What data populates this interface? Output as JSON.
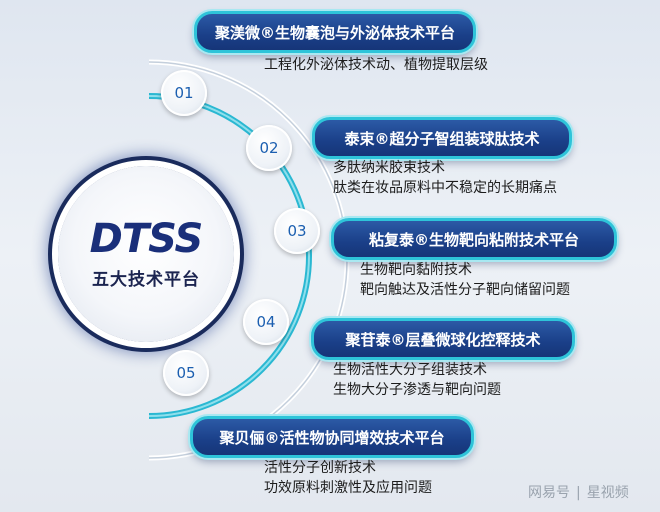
{
  "center": {
    "logo_text": "DTSS",
    "subtitle": "五大技术平台"
  },
  "platforms": [
    {
      "number": "01",
      "title": "聚渼微®生物囊泡与外泌体技术平台",
      "lines": [
        "工程化外泌体技术动、植物提取层级"
      ]
    },
    {
      "number": "02",
      "title": "泰束®超分子智组装球肽技术",
      "lines": [
        "多肽纳米胶束技术",
        "肽类在妆品原料中不稳定的长期痛点"
      ]
    },
    {
      "number": "03",
      "title": "粘复泰®生物靶向粘附技术平台",
      "lines": [
        "生物靶向黏附技术",
        "靶向触达及活性分子靶向储留问题"
      ]
    },
    {
      "number": "04",
      "title": "聚苷泰®层叠微球化控释技术",
      "lines": [
        "生物活性大分子组装技术",
        "生物大分子渗透与靶向问题"
      ]
    },
    {
      "number": "05",
      "title": "聚贝俪®活性物协同增效技术平台",
      "lines": [
        "活性分子创新技术",
        "功效原料刺激性及应用问题"
      ]
    }
  ],
  "watermark": {
    "source": "网易号",
    "author": "星视频"
  },
  "colors": {
    "pill_fill": "#1a3f88",
    "pill_border": "#2ec4d9",
    "number_text": "#1c5fb0",
    "logo": "#1a2f7a"
  }
}
